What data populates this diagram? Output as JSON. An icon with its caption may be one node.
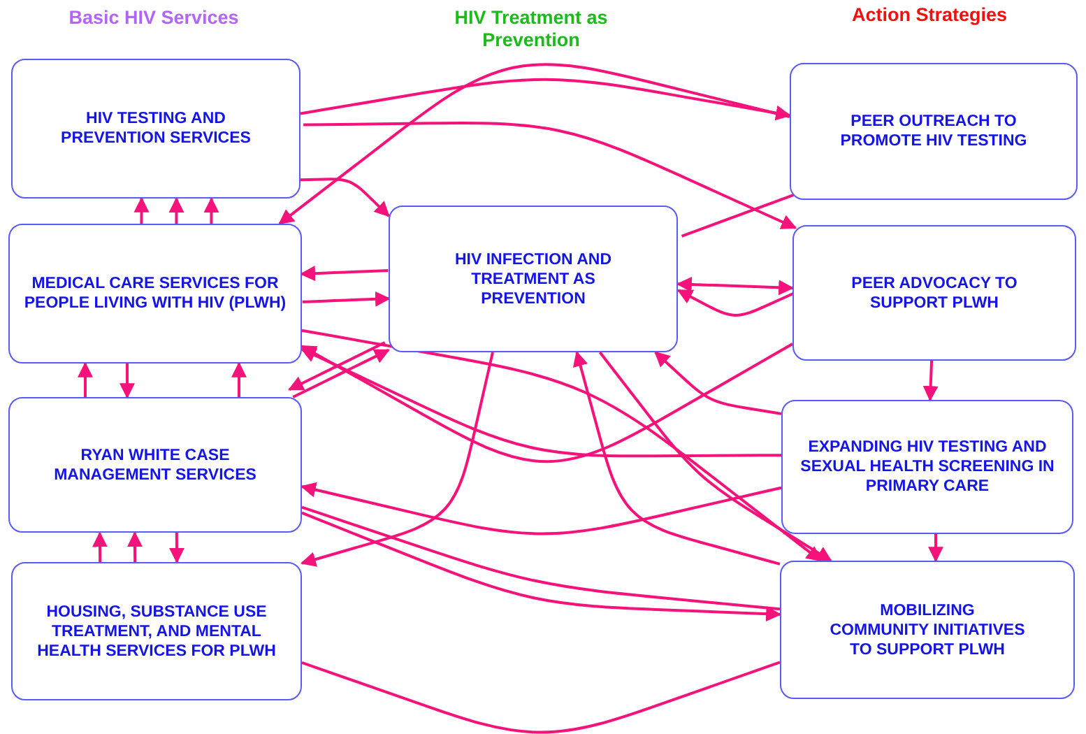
{
  "diagram": {
    "nodes": [
      {
        "text": [
          "HIV TESTING AND PREVENTION SERVICES"
        ]
      },
      {
        "text": [
          "MEDICAL CARE SERVICES FOR PEOPLE LIVING WITH HIV (PLWH)"
        ]
      },
      {
        "text": [
          "RYAN WHITE CASE MANAGEMENT SERVICES"
        ]
      },
      {
        "text": [
          "HOUSING, SUBSTANCE USE TREATMENT, AND MENTAL HEALTH SERVICES FOR PLWH"
        ]
      },
      {
        "text": [
          "HIV INFECTION AND TREATMENT AS PREVENTION"
        ]
      },
      {
        "text": [
          "PEER OUTREACH TO PROMOTE HIV TESTING"
        ]
      },
      {
        "text": [
          "PEER ADVOCACY TO SUPPORT PLWH"
        ]
      },
      {
        "text": [
          "EXPANDING HIV TESTING AND SEXUAL HEALTH SCREENING IN PRIMARY CARE"
        ]
      },
      {
        "text": [
          "MOBILIZING COMMUNITY INITIATIVES TO SUPPORT PLWH"
        ]
      }
    ],
    "edges": [
      {
        "from": 0,
        "to": 5,
        "arrow": "to"
      },
      {
        "from": 0,
        "to": 4,
        "arrow": "to"
      },
      {
        "from": 0,
        "to": 6,
        "arrow": "to"
      },
      {
        "from": 1,
        "to": 0,
        "arrow": "to"
      },
      {
        "from": 1,
        "to": 0,
        "arrow": "to"
      },
      {
        "from": 1,
        "to": 0,
        "arrow": "to"
      },
      {
        "from": 2,
        "to": 1,
        "arrow": "to"
      },
      {
        "from": 1,
        "to": 2,
        "arrow": "to"
      },
      {
        "from": 2,
        "to": 1,
        "arrow": "to"
      },
      {
        "from": 3,
        "to": 2,
        "arrow": "to"
      },
      {
        "from": 3,
        "to": 2,
        "arrow": "to"
      },
      {
        "from": 2,
        "to": 3,
        "arrow": "to"
      },
      {
        "from": 4,
        "to": 1,
        "arrow": "to"
      },
      {
        "from": 1,
        "to": 4,
        "arrow": "to"
      },
      {
        "from": 2,
        "to": 4,
        "arrow": "to"
      },
      {
        "from": 4,
        "to": 2,
        "arrow": "to"
      },
      {
        "from": 4,
        "to": 3,
        "arrow": "to"
      },
      {
        "from": 4,
        "to": 6,
        "arrow": "both"
      },
      {
        "from": 6,
        "to": 4,
        "arrow": "to"
      },
      {
        "from": 7,
        "to": 4,
        "arrow": "to"
      },
      {
        "from": 8,
        "to": 4,
        "arrow": "to"
      },
      {
        "from": 5,
        "to": 1,
        "arrow": "to"
      },
      {
        "from": 6,
        "to": 1,
        "arrow": "to"
      },
      {
        "from": 7,
        "to": 1,
        "arrow": "to"
      },
      {
        "from": 7,
        "to": 2,
        "arrow": "to"
      },
      {
        "from": 8,
        "to": 2,
        "arrow": "none"
      },
      {
        "from": 8,
        "to": 3,
        "arrow": "none"
      },
      {
        "from": 6,
        "to": 7,
        "arrow": "to"
      },
      {
        "from": 7,
        "to": 8,
        "arrow": "to"
      },
      {
        "from": 4,
        "to": 8,
        "arrow": "to"
      },
      {
        "from": 1,
        "to": 8,
        "arrow": "to"
      },
      {
        "from": 2,
        "to": 8,
        "arrow": "to"
      },
      {
        "from": 5,
        "to": 4,
        "arrow": "none"
      }
    ],
    "labels": [
      "Basic HIV Services",
      "HIV Treatment as Prevention",
      "Action Strategies"
    ]
  }
}
